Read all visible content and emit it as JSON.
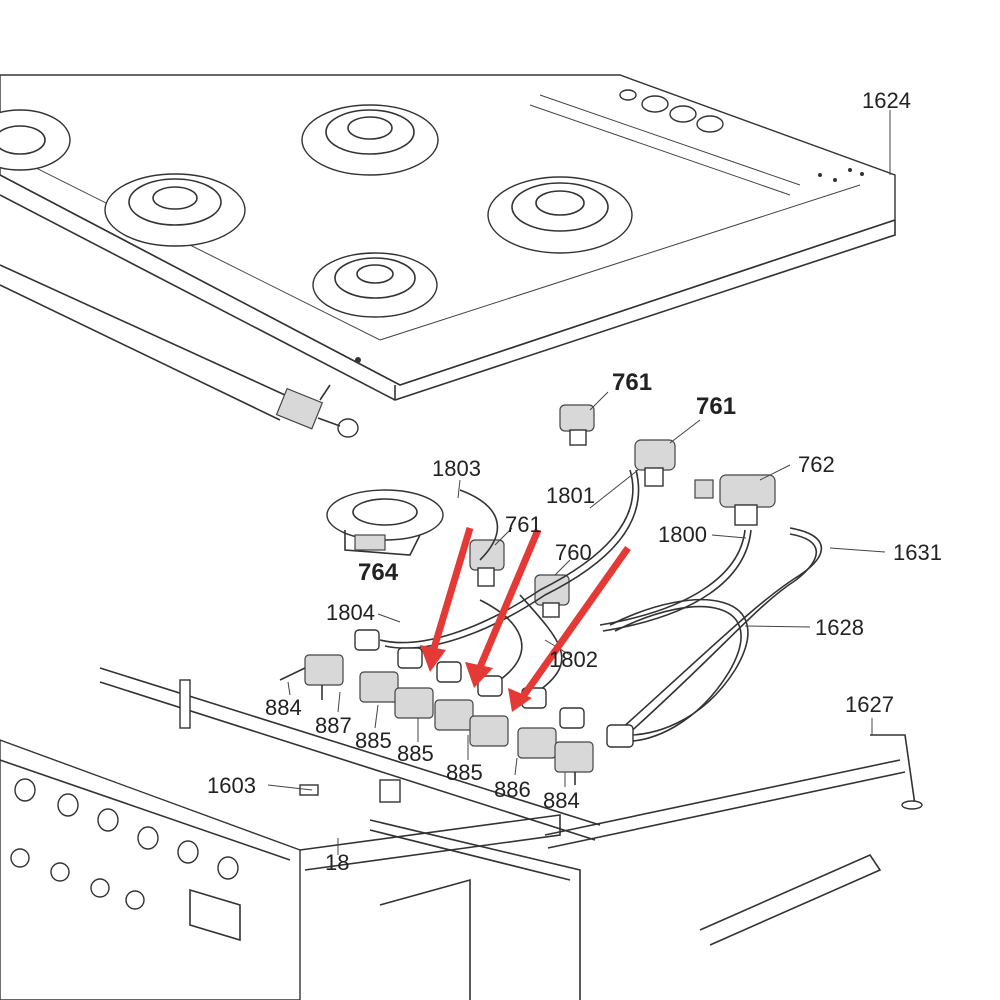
{
  "labels": {
    "l1624": "1624",
    "l761a": "761",
    "l761b": "761",
    "l762": "762",
    "l1803": "1803",
    "l1801": "1801",
    "l761c": "761",
    "l760": "760",
    "l1800": "1800",
    "l1631": "1631",
    "l764": "764",
    "l1804": "1804",
    "l1628": "1628",
    "l1802": "1802",
    "l1627": "1627",
    "l884a": "884",
    "l887": "887",
    "l885a": "885",
    "l885b": "885",
    "l885c": "885",
    "l886": "886",
    "l884b": "884",
    "l1603": "1603",
    "l18": "18"
  },
  "colors": {
    "arrow": "#e53935",
    "line": "#333333",
    "background": "#ffffff"
  }
}
